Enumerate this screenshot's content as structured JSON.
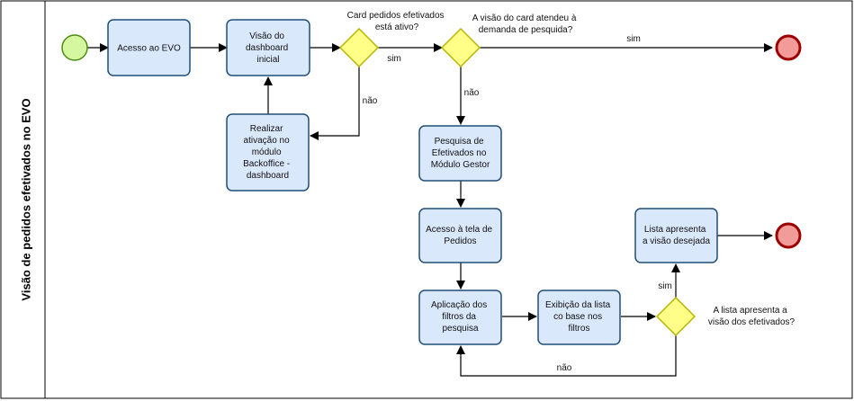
{
  "pool": {
    "title": "Visão de pedidos efetivados no EVO"
  },
  "tasks": {
    "acesso_evo": [
      "Acesso ao EVO"
    ],
    "visao_dashboard": [
      "Visão do",
      "dashboard",
      "inicial"
    ],
    "realizar_ativacao": [
      "Realizar",
      "ativação no",
      "módulo",
      "Backoffice -",
      "dashboard"
    ],
    "pesquisa_efetivados": [
      "Pesquisa de",
      "Efetivados no",
      "Módulo Gestor"
    ],
    "acesso_pedidos": [
      "Acesso à tela de",
      "Pedidos"
    ],
    "aplicacao_filtros": [
      "Aplicação dos",
      "filtros da",
      "pesquisa"
    ],
    "exibicao_lista": [
      "Exibição da lista",
      "co base nos",
      "filtros"
    ],
    "lista_visao": [
      "Lista apresenta",
      "a visão desejada"
    ]
  },
  "gateways": {
    "card_ativo": [
      "Card pedidos efetivados",
      "está ativo?"
    ],
    "visao_card": [
      "A visão do card atendeu à",
      "demanda de pesquida?"
    ],
    "lista_efetivados": [
      "A lista apresenta a",
      "visão dos efetivados?"
    ]
  },
  "flow_labels": {
    "card_ativo_sim": "sim",
    "card_ativo_nao": "não",
    "visao_card_sim": "sim",
    "visao_card_nao": "não",
    "lista_sim": "sim",
    "lista_nao": "não"
  },
  "colors": {
    "task_fill": "#dae8fc",
    "task_stroke": "#1f4e79",
    "gateway_fill": "#ffff88",
    "gateway_stroke": "#b5b500",
    "start_fill": "#d4f7a0",
    "start_stroke": "#4a8c0f",
    "end_fill": "#f19c99",
    "end_stroke": "#9c0000"
  }
}
